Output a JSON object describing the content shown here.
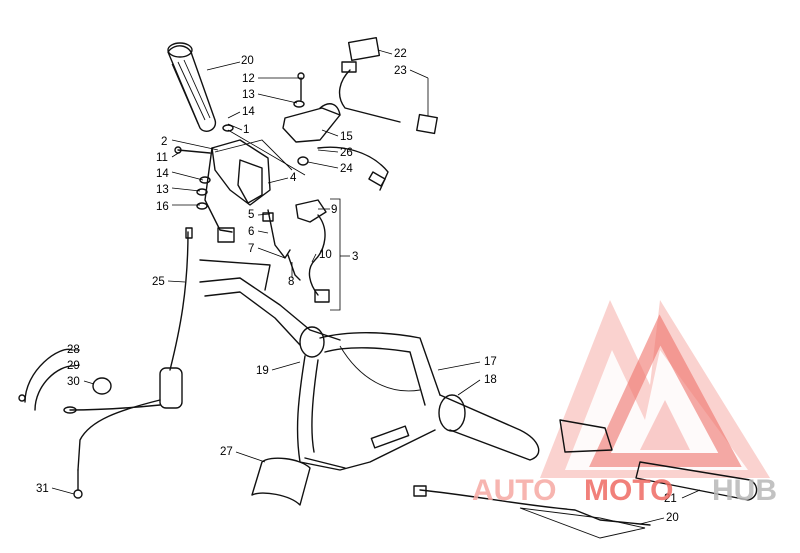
{
  "callouts": [
    {
      "id": "c1",
      "text": "1"
    },
    {
      "id": "c2",
      "text": "2"
    },
    {
      "id": "c3",
      "text": "3"
    },
    {
      "id": "c4",
      "text": "4"
    },
    {
      "id": "c5",
      "text": "5"
    },
    {
      "id": "c6",
      "text": "6"
    },
    {
      "id": "c7",
      "text": "7"
    },
    {
      "id": "c8",
      "text": "8"
    },
    {
      "id": "c9",
      "text": "9"
    },
    {
      "id": "c10",
      "text": "10"
    },
    {
      "id": "c11",
      "text": "11"
    },
    {
      "id": "c12",
      "text": "12"
    },
    {
      "id": "c13a",
      "text": "13"
    },
    {
      "id": "c13b",
      "text": "13"
    },
    {
      "id": "c14a",
      "text": "14"
    },
    {
      "id": "c14b",
      "text": "14"
    },
    {
      "id": "c15",
      "text": "15"
    },
    {
      "id": "c16",
      "text": "16"
    },
    {
      "id": "c17",
      "text": "17"
    },
    {
      "id": "c18",
      "text": "18"
    },
    {
      "id": "c19",
      "text": "19"
    },
    {
      "id": "c20a",
      "text": "20"
    },
    {
      "id": "c20b",
      "text": "20"
    },
    {
      "id": "c21",
      "text": "21"
    },
    {
      "id": "c22",
      "text": "22"
    },
    {
      "id": "c23",
      "text": "23"
    },
    {
      "id": "c24",
      "text": "24"
    },
    {
      "id": "c25",
      "text": "25"
    },
    {
      "id": "c26",
      "text": "26"
    },
    {
      "id": "c27",
      "text": "27"
    },
    {
      "id": "c28",
      "text": "28"
    },
    {
      "id": "c29",
      "text": "29"
    },
    {
      "id": "c30",
      "text": "30"
    },
    {
      "id": "c31",
      "text": "31"
    }
  ],
  "watermark": {
    "part1": "AUTO",
    "part2": "MOTO",
    "part3": "HUB",
    "color_light": "#f6a9a3",
    "color_dark": "#ef6b63",
    "color_grey": "#b8b8b8"
  }
}
